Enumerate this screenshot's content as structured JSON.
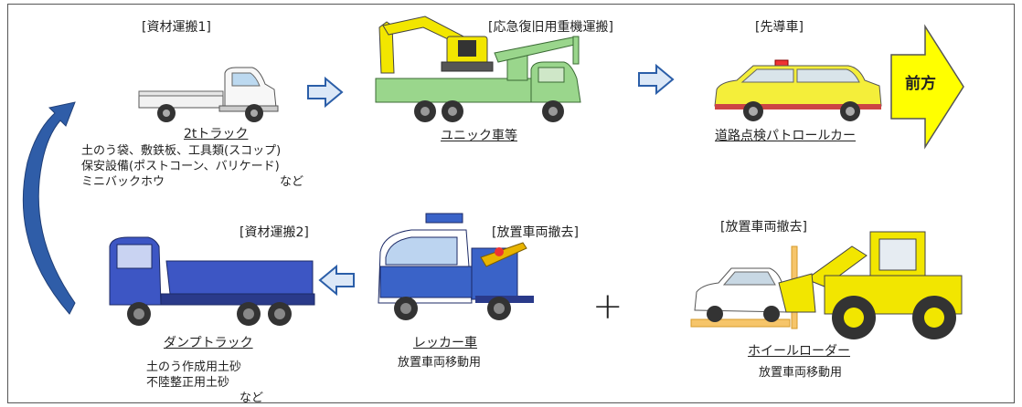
{
  "stage_top": {
    "materials1": {
      "heading": "[資材運搬1]",
      "vehicle": "2tトラック",
      "items": [
        "土のう袋、敷鉄板、工具類(スコップ)",
        "保安設備(ポストコーン、バリケード)",
        "ミニバックホウ"
      ],
      "suffix": "など"
    },
    "heavy": {
      "heading": "[応急復旧用重機運搬]",
      "vehicle": "ユニック車等"
    },
    "lead": {
      "heading": "[先導車]",
      "vehicle": "道路点検パトロールカー"
    },
    "forward": "前方"
  },
  "stage_bottom": {
    "materials2": {
      "heading": "[資材運搬2]",
      "vehicle": "ダンプトラック",
      "items": [
        "土のう作成用土砂",
        "不陸整正用土砂"
      ],
      "suffix": "など"
    },
    "tow": {
      "heading": "[放置車両撤去]",
      "vehicle": "レッカー車",
      "note": "放置車両移動用"
    },
    "plus": "+",
    "loader": {
      "heading": "[放置車両撤去]",
      "vehicle": "ホイールローダー",
      "note": "放置車両移動用"
    }
  },
  "colors": {
    "arrow_fill": "#dce8f7",
    "arrow_stroke": "#2b5ea8",
    "forward_fill": "#ffff00",
    "crane_green": "#9ad68c",
    "excavator_yellow": "#f2e600",
    "dump_blue": "#3d56c4",
    "wrecker_blue": "#3a63c8",
    "patrol_yellow": "#f4ee3a"
  }
}
